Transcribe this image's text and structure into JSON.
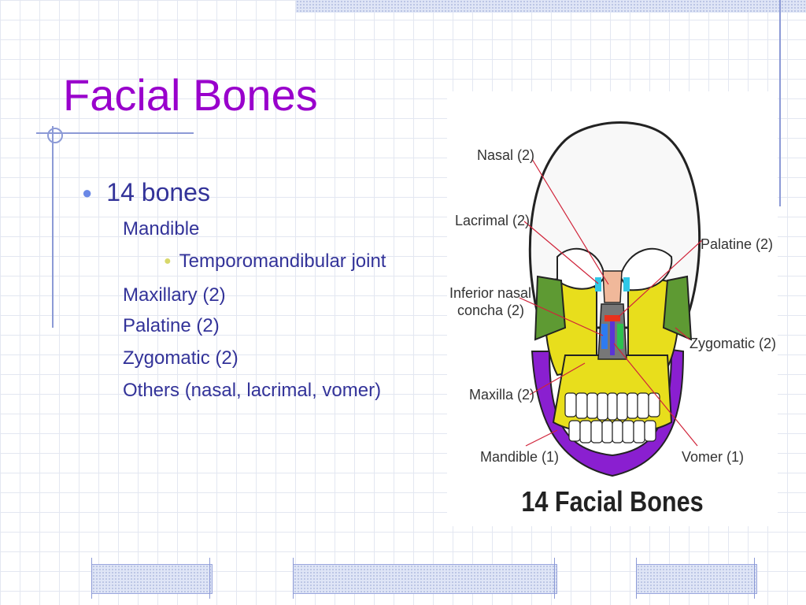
{
  "slide": {
    "title": "Facial Bones",
    "bullet": "14 bones",
    "sub_items": [
      "Mandible",
      "Temporomandibular joint",
      "Maxillary (2)",
      "Palatine  (2)",
      "Zygomatic (2)",
      "Others (nasal, lacrimal, vomer)"
    ]
  },
  "figure": {
    "title": "14 Facial Bones",
    "labels": {
      "nasal": "Nasal (2)",
      "lacrimal": "Lacrimal (2)",
      "palatine": "Palatine (2)",
      "inferior_1": "Inferior nasal",
      "inferior_2": "concha (2)",
      "zygomatic": "Zygomatic (2)",
      "maxilla": "Maxilla (2)",
      "mandible": "Mandible (1)",
      "vomer": "Vomer (1)"
    }
  },
  "colors": {
    "title": "#9900cc",
    "text": "#333399",
    "maxilla": "#e8de1c",
    "mandible": "#8a1fd0",
    "zygomatic": "#5e9a33"
  }
}
